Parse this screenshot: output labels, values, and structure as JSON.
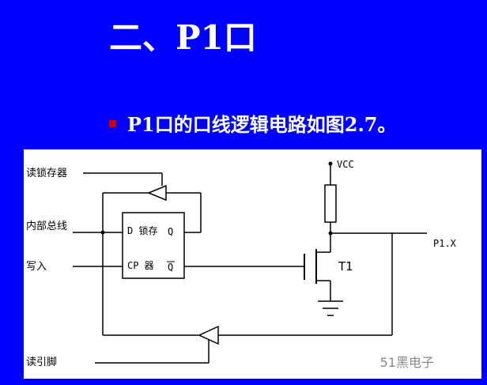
{
  "slide": {
    "title": "二、P1口",
    "bullet_text": "P1口的口线逻辑电路如图2.7。"
  },
  "diagram": {
    "labels": {
      "read_latch": "读锁存器",
      "internal_bus": "内部总线",
      "write": "写入",
      "read_pin": "读引脚",
      "vcc": "VCC",
      "p1x": "P1.X",
      "transistor": "T1",
      "latch_d": "D 锁存",
      "latch_q": "Q",
      "latch_cp": "CP 器",
      "latch_qbar": "Q"
    },
    "watermark": "51黑电子"
  },
  "colors": {
    "background": "#0000ff",
    "text": "#ffffff",
    "bullet": "#cc0000",
    "diagram_bg": "#ffffff",
    "line": "#000000"
  }
}
